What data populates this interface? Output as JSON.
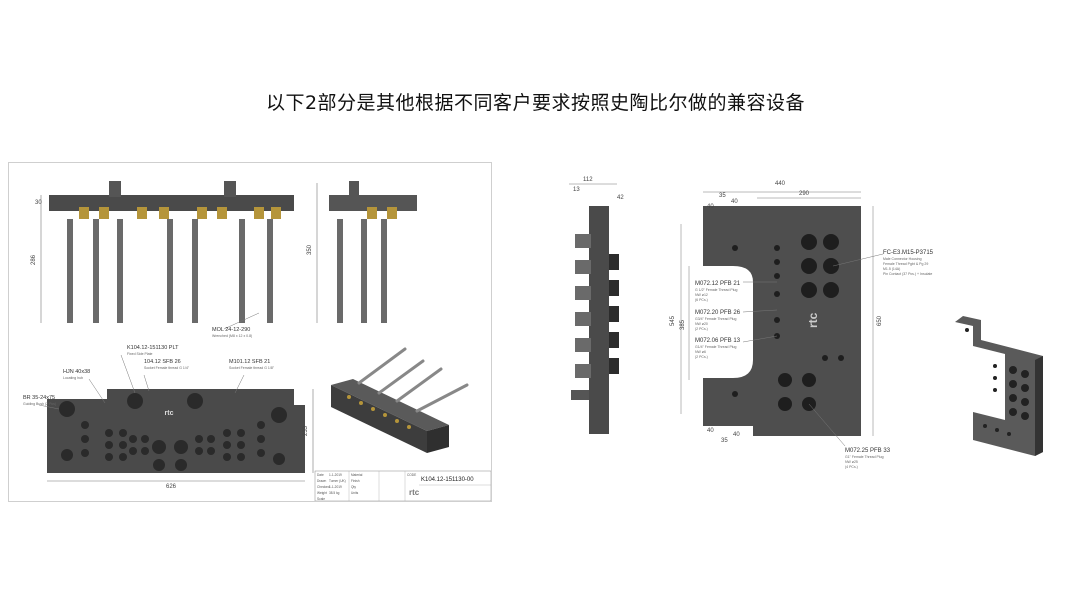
{
  "slide_title": "以下2部分是其他根据不同客户要求按照史陶比尔做的兼容设备",
  "left_sheet": {
    "callouts": {
      "mol": "MOL 24-12-290",
      "mol_sub": "Wrenched (M8 x 12 x 0.8)",
      "plt": "K104.12-151130 PLT",
      "plt_sub": "Fixed Side Plate",
      "sfb26": "104.12 SFB 26",
      "sfb26_sub": "Socket Female thread G 1/4\"",
      "sfb21": "M101.12 SFB 21",
      "sfb21_sub": "Socket Female thread G 1/8\"",
      "hjn": "HJN 40x38",
      "hjn_sub": "Locating hub",
      "br": "BR 35-24x75",
      "br_sub": "Guiding Bush (2 Pcs)"
    },
    "dims": {
      "d30": "30",
      "d286": "286",
      "d350": "350",
      "d233": "233",
      "d626": "626"
    },
    "title_block": {
      "drawing_no": "K104.12-151130-00",
      "rows": [
        {
          "k": "Date",
          "v": "1-1-2019"
        },
        {
          "k": "Drawn",
          "v": "Turner (UK)"
        },
        {
          "k": "Checked",
          "v": "1-1-2019"
        },
        {
          "k": "Weight",
          "v": "38.5 kg"
        },
        {
          "k": "Scale",
          "v": ""
        }
      ],
      "cols": [
        "Material",
        "Finish",
        "Qty",
        "Units"
      ],
      "code_label": "CODE"
    }
  },
  "right_drawing": {
    "side_dims": {
      "d112": "112",
      "d13": "13",
      "d42": "42"
    },
    "front_dims": {
      "d440": "440",
      "d290": "290",
      "d35": "35",
      "d40a": "40",
      "d40b": "40",
      "d545": "545",
      "d385": "385",
      "d650": "650",
      "d40c": "40",
      "d35b": "35",
      "d40d": "40"
    },
    "callouts": {
      "fc": "FC-E3.M15-P3715",
      "fc_sub1": "Male Connector Housing",
      "fc_sub2": "Female Thread Pgbt & Pg 29",
      "fc_sub3": "M1.5 (14A)",
      "fc_sub4": "Pin Contact (37 Pcs.) + Insulate",
      "p21": "M072.12 PFB 21",
      "p21_sub1": "G 1/2\" Female Thread Plug",
      "p21_sub2": "NW ø12",
      "p21_sub3": "(6 PCs.)",
      "p26": "M072.20 PFB 26",
      "p26_sub1": "G3/4\" Female Thread Plug",
      "p26_sub2": "NW ø20",
      "p26_sub3": "(2 PCs.)",
      "p13": "M072.06 PFB 13",
      "p13_sub1": "G1/4\" Female Thread Plug",
      "p13_sub2": "NW ø6",
      "p13_sub3": "(2 PCs.)",
      "p33": "M072.25 PFB 33",
      "p33_sub1": "G1\" Female Thread Plug",
      "p33_sub2": "NW ø25",
      "p33_sub3": "(4 PCs.)"
    }
  },
  "colors": {
    "metal": "#5a5a5a",
    "metal_dark": "#3d3d3d",
    "brass": "#b5953a",
    "line": "#555555"
  }
}
